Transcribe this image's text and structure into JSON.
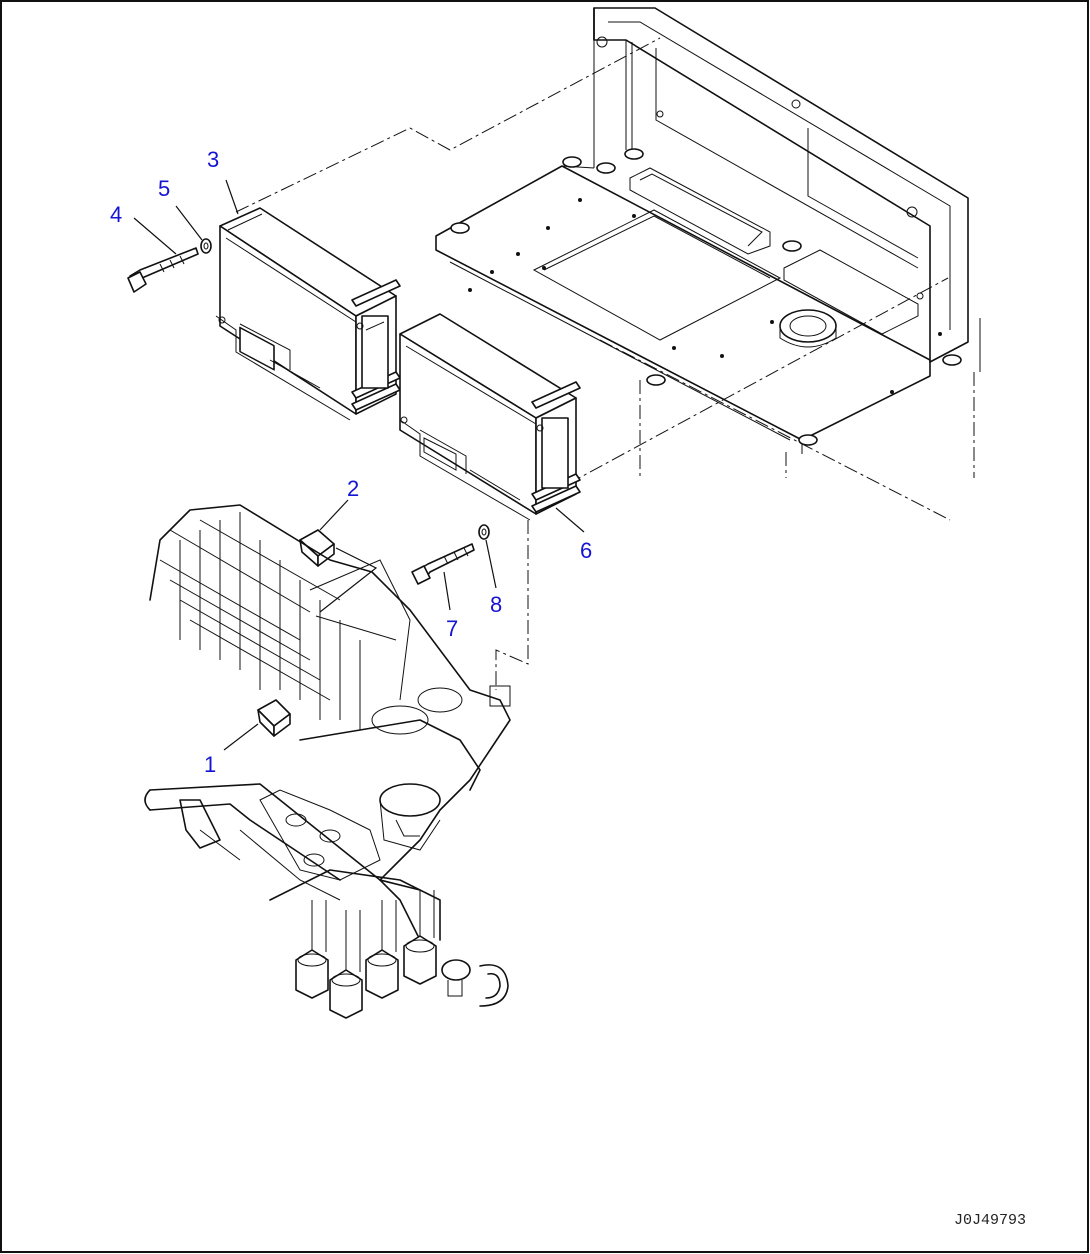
{
  "diagram": {
    "callouts": [
      {
        "id": "1",
        "label": "1"
      },
      {
        "id": "2",
        "label": "2"
      },
      {
        "id": "3",
        "label": "3"
      },
      {
        "id": "4",
        "label": "4"
      },
      {
        "id": "5",
        "label": "5"
      },
      {
        "id": "6",
        "label": "6"
      },
      {
        "id": "7",
        "label": "7"
      },
      {
        "id": "8",
        "label": "8"
      }
    ],
    "drawing_number": "J0J49793",
    "colors": {
      "callout": "#1414d2",
      "line": "#111111",
      "background": "#ffffff"
    }
  }
}
